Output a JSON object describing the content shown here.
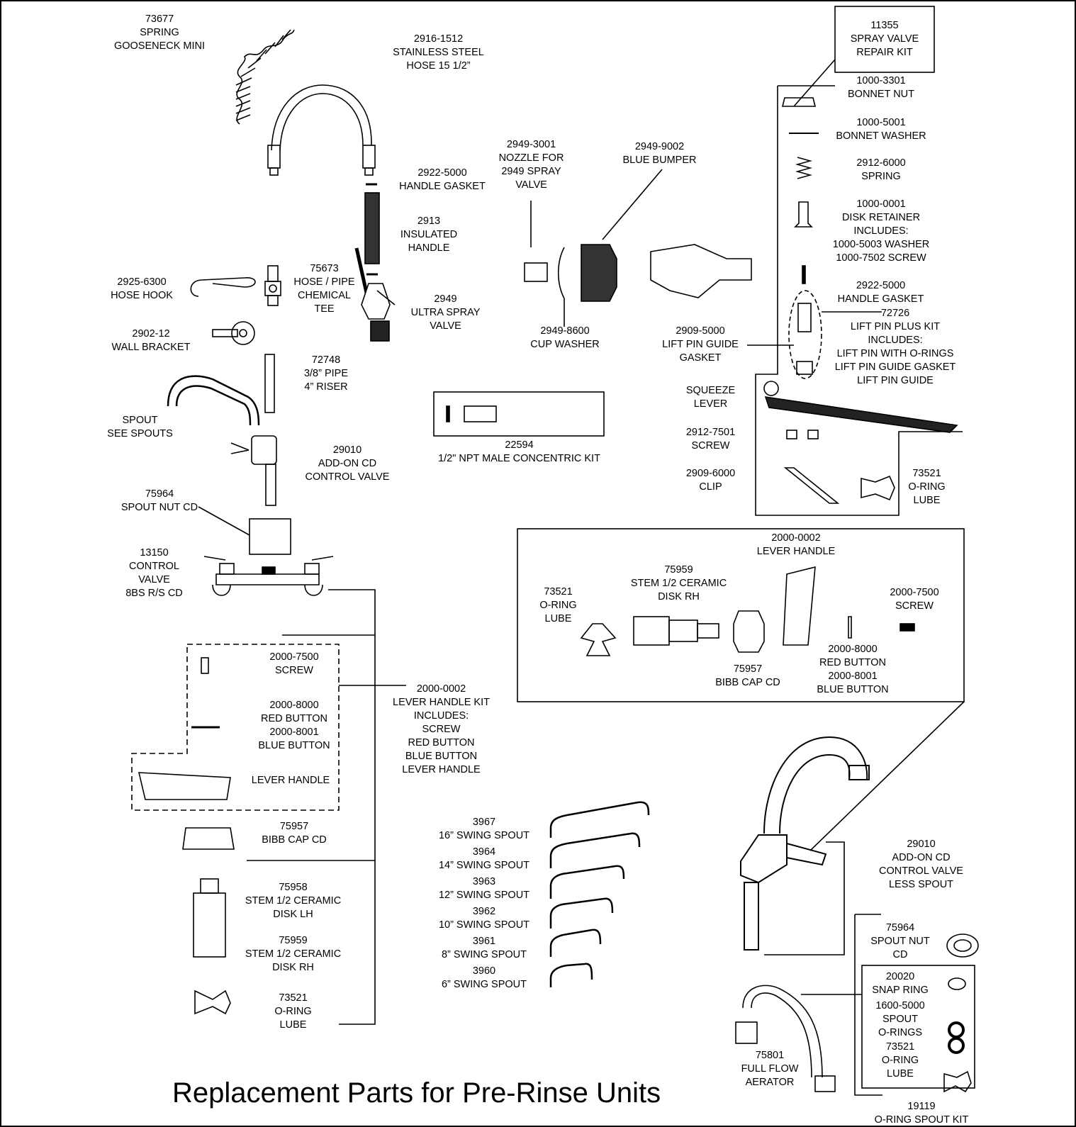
{
  "title": "Replacement Parts for Pre-Rinse Units",
  "parts": {
    "spring_gooseneck": [
      "73677",
      "SPRING",
      "GOOSENECK MINI"
    ],
    "hose": [
      "2916-1512",
      "STAINLESS STEEL",
      "HOSE 15 1/2”"
    ],
    "handle_gasket_top": [
      "2922-5000",
      "HANDLE GASKET"
    ],
    "insulated_handle": [
      "2913",
      "INSULATED",
      "HANDLE"
    ],
    "hose_hook": [
      "2925-6300",
      "HOSE HOOK"
    ],
    "chemical_tee": [
      "75673",
      "HOSE / PIPE",
      "CHEMICAL",
      "TEE"
    ],
    "ultra_spray_valve": [
      "2949",
      "ULTRA SPRAY",
      "VALVE"
    ],
    "wall_bracket": [
      "2902-12",
      "WALL BRACKET"
    ],
    "riser": [
      "72748",
      "3/8” PIPE",
      "4” RISER"
    ],
    "spout_see": [
      "SPOUT",
      "SEE SPOUTS"
    ],
    "addon_cd": [
      "29010",
      "ADD-ON CD",
      "CONTROL VALVE"
    ],
    "spout_nut_left": [
      "75964",
      "SPOUT NUT CD"
    ],
    "control_valve": [
      "13150",
      "CONTROL",
      "VALVE",
      "8BS R/S CD"
    ],
    "nozzle": [
      "2949-3001",
      "NOZZLE FOR",
      "2949 SPRAY",
      "VALVE"
    ],
    "blue_bumper": [
      "2949-9002",
      "BLUE BUMPER"
    ],
    "cup_washer": [
      "2949-8600",
      "CUP WASHER"
    ],
    "concentric_kit": [
      "22594",
      "1/2\" NPT MALE CONCENTRIC KIT"
    ],
    "repair_kit": [
      "11355",
      "SPRAY VALVE",
      "REPAIR KIT"
    ],
    "bonnet_nut": [
      "1000-3301",
      "BONNET NUT"
    ],
    "bonnet_washer": [
      "1000-5001",
      "BONNET WASHER"
    ],
    "spring_right": [
      "2912-6000",
      "SPRING"
    ],
    "disk_retainer": [
      "1000-0001",
      "DISK RETAINER",
      "INCLUDES:",
      "1000-5003 WASHER",
      "1000-7502 SCREW"
    ],
    "handle_gasket_right": [
      "2922-5000",
      "HANDLE GASKET"
    ],
    "lift_pin_kit": [
      "72726",
      "LIFT PIN PLUS KIT",
      "INCLUDES:",
      "LIFT PIN WITH O-RINGS",
      "LIFT PIN GUIDE GASKET",
      "LIFT PIN GUIDE"
    ],
    "lift_pin_gasket": [
      "2909-5000",
      "LIFT PIN GUIDE",
      "GASKET"
    ],
    "squeeze_lever": [
      "SQUEEZE",
      "LEVER"
    ],
    "screw_2912": [
      "2912-7501",
      "SCREW"
    ],
    "clip": [
      "2909-6000",
      "CLIP"
    ],
    "oring_lube_top": [
      "73521",
      "O-RING",
      "LUBE"
    ],
    "lever_handle_right": [
      "2000-0002",
      "LEVER HANDLE"
    ],
    "stem_rh_right": [
      "75959",
      "STEM 1/2 CERAMIC",
      "DISK RH"
    ],
    "oring_lube_mid": [
      "73521",
      "O-RING",
      "LUBE"
    ],
    "screw_right": [
      "2000-7500",
      "SCREW"
    ],
    "bibb_cap_right": [
      "75957",
      "BIBB CAP CD"
    ],
    "buttons_right": [
      "2000-8000",
      "RED BUTTON",
      "2000-8001",
      "BLUE BUTTON"
    ],
    "screw_left": [
      "2000-7500",
      "SCREW"
    ],
    "buttons_left": [
      "2000-8000",
      "RED BUTTON",
      "2000-8001",
      "BLUE BUTTON"
    ],
    "lever_handle_left": [
      "LEVER HANDLE"
    ],
    "lever_kit": [
      "2000-0002",
      "LEVER HANDLE KIT",
      "INCLUDES:",
      "SCREW",
      "RED BUTTON",
      "BLUE BUTTON",
      "LEVER HANDLE"
    ],
    "bibb_cap_left": [
      "75957",
      "BIBB CAP CD"
    ],
    "stem_lh": [
      "75958",
      "STEM 1/2 CERAMIC",
      "DISK LH"
    ],
    "stem_rh_left": [
      "75959",
      "STEM 1/2 CERAMIC",
      "DISK RH"
    ],
    "oring_lube_left": [
      "73521",
      "O-RING",
      "LUBE"
    ],
    "spout_16": [
      "3967",
      "16” SWING SPOUT"
    ],
    "spout_14": [
      "3964",
      "14” SWING SPOUT"
    ],
    "spout_12": [
      "3963",
      "12” SWING SPOUT"
    ],
    "spout_10": [
      "3962",
      "10” SWING SPOUT"
    ],
    "spout_8": [
      "3961",
      "8” SWING SPOUT"
    ],
    "spout_6": [
      "3960",
      "6” SWING SPOUT"
    ],
    "addon_less": [
      "29010",
      "ADD-ON CD",
      "CONTROL VALVE",
      "LESS SPOUT"
    ],
    "spout_nut_right": [
      "75964",
      "SPOUT NUT",
      "CD"
    ],
    "snap_ring": [
      "20020",
      "SNAP RING"
    ],
    "spout_orings": [
      "1600-5000",
      "SPOUT",
      "O-RINGS"
    ],
    "oring_lube_br": [
      "73521",
      "O-RING",
      "LUBE"
    ],
    "aerator": [
      "75801",
      "FULL FLOW",
      "AERATOR"
    ],
    "oring_spout_kit": [
      "19119",
      "O-RING SPOUT KIT"
    ]
  }
}
